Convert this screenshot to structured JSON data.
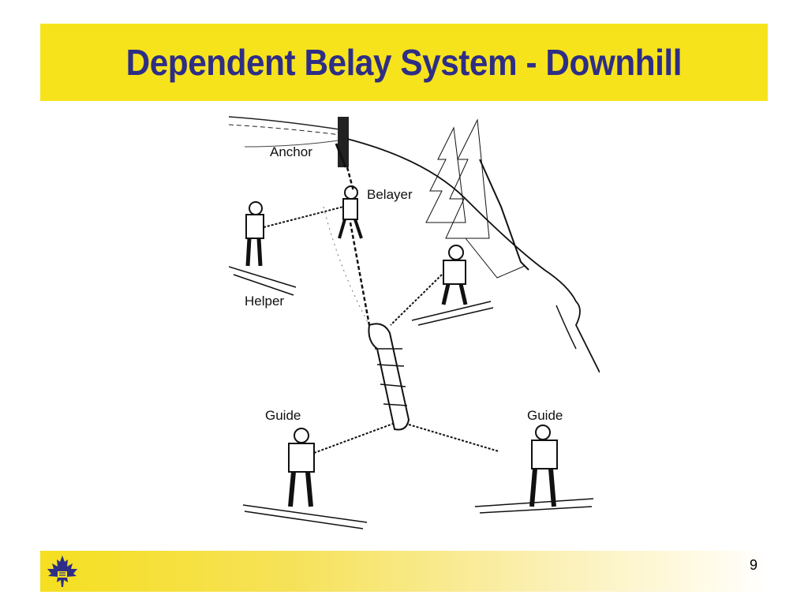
{
  "slide": {
    "title": "Dependent Belay System - Downhill",
    "page_number": "9"
  },
  "illustration": {
    "labels": {
      "anchor": "Anchor",
      "belayer": "Belayer",
      "helper": "Helper",
      "guide_left": "Guide",
      "guide_right": "Guide"
    }
  },
  "footer": {
    "logo_icon": "maple-leaf-icon"
  },
  "colors": {
    "title_band": "#f7e31c",
    "title_text": "#2e2e86",
    "logo": "#2e2e86"
  }
}
